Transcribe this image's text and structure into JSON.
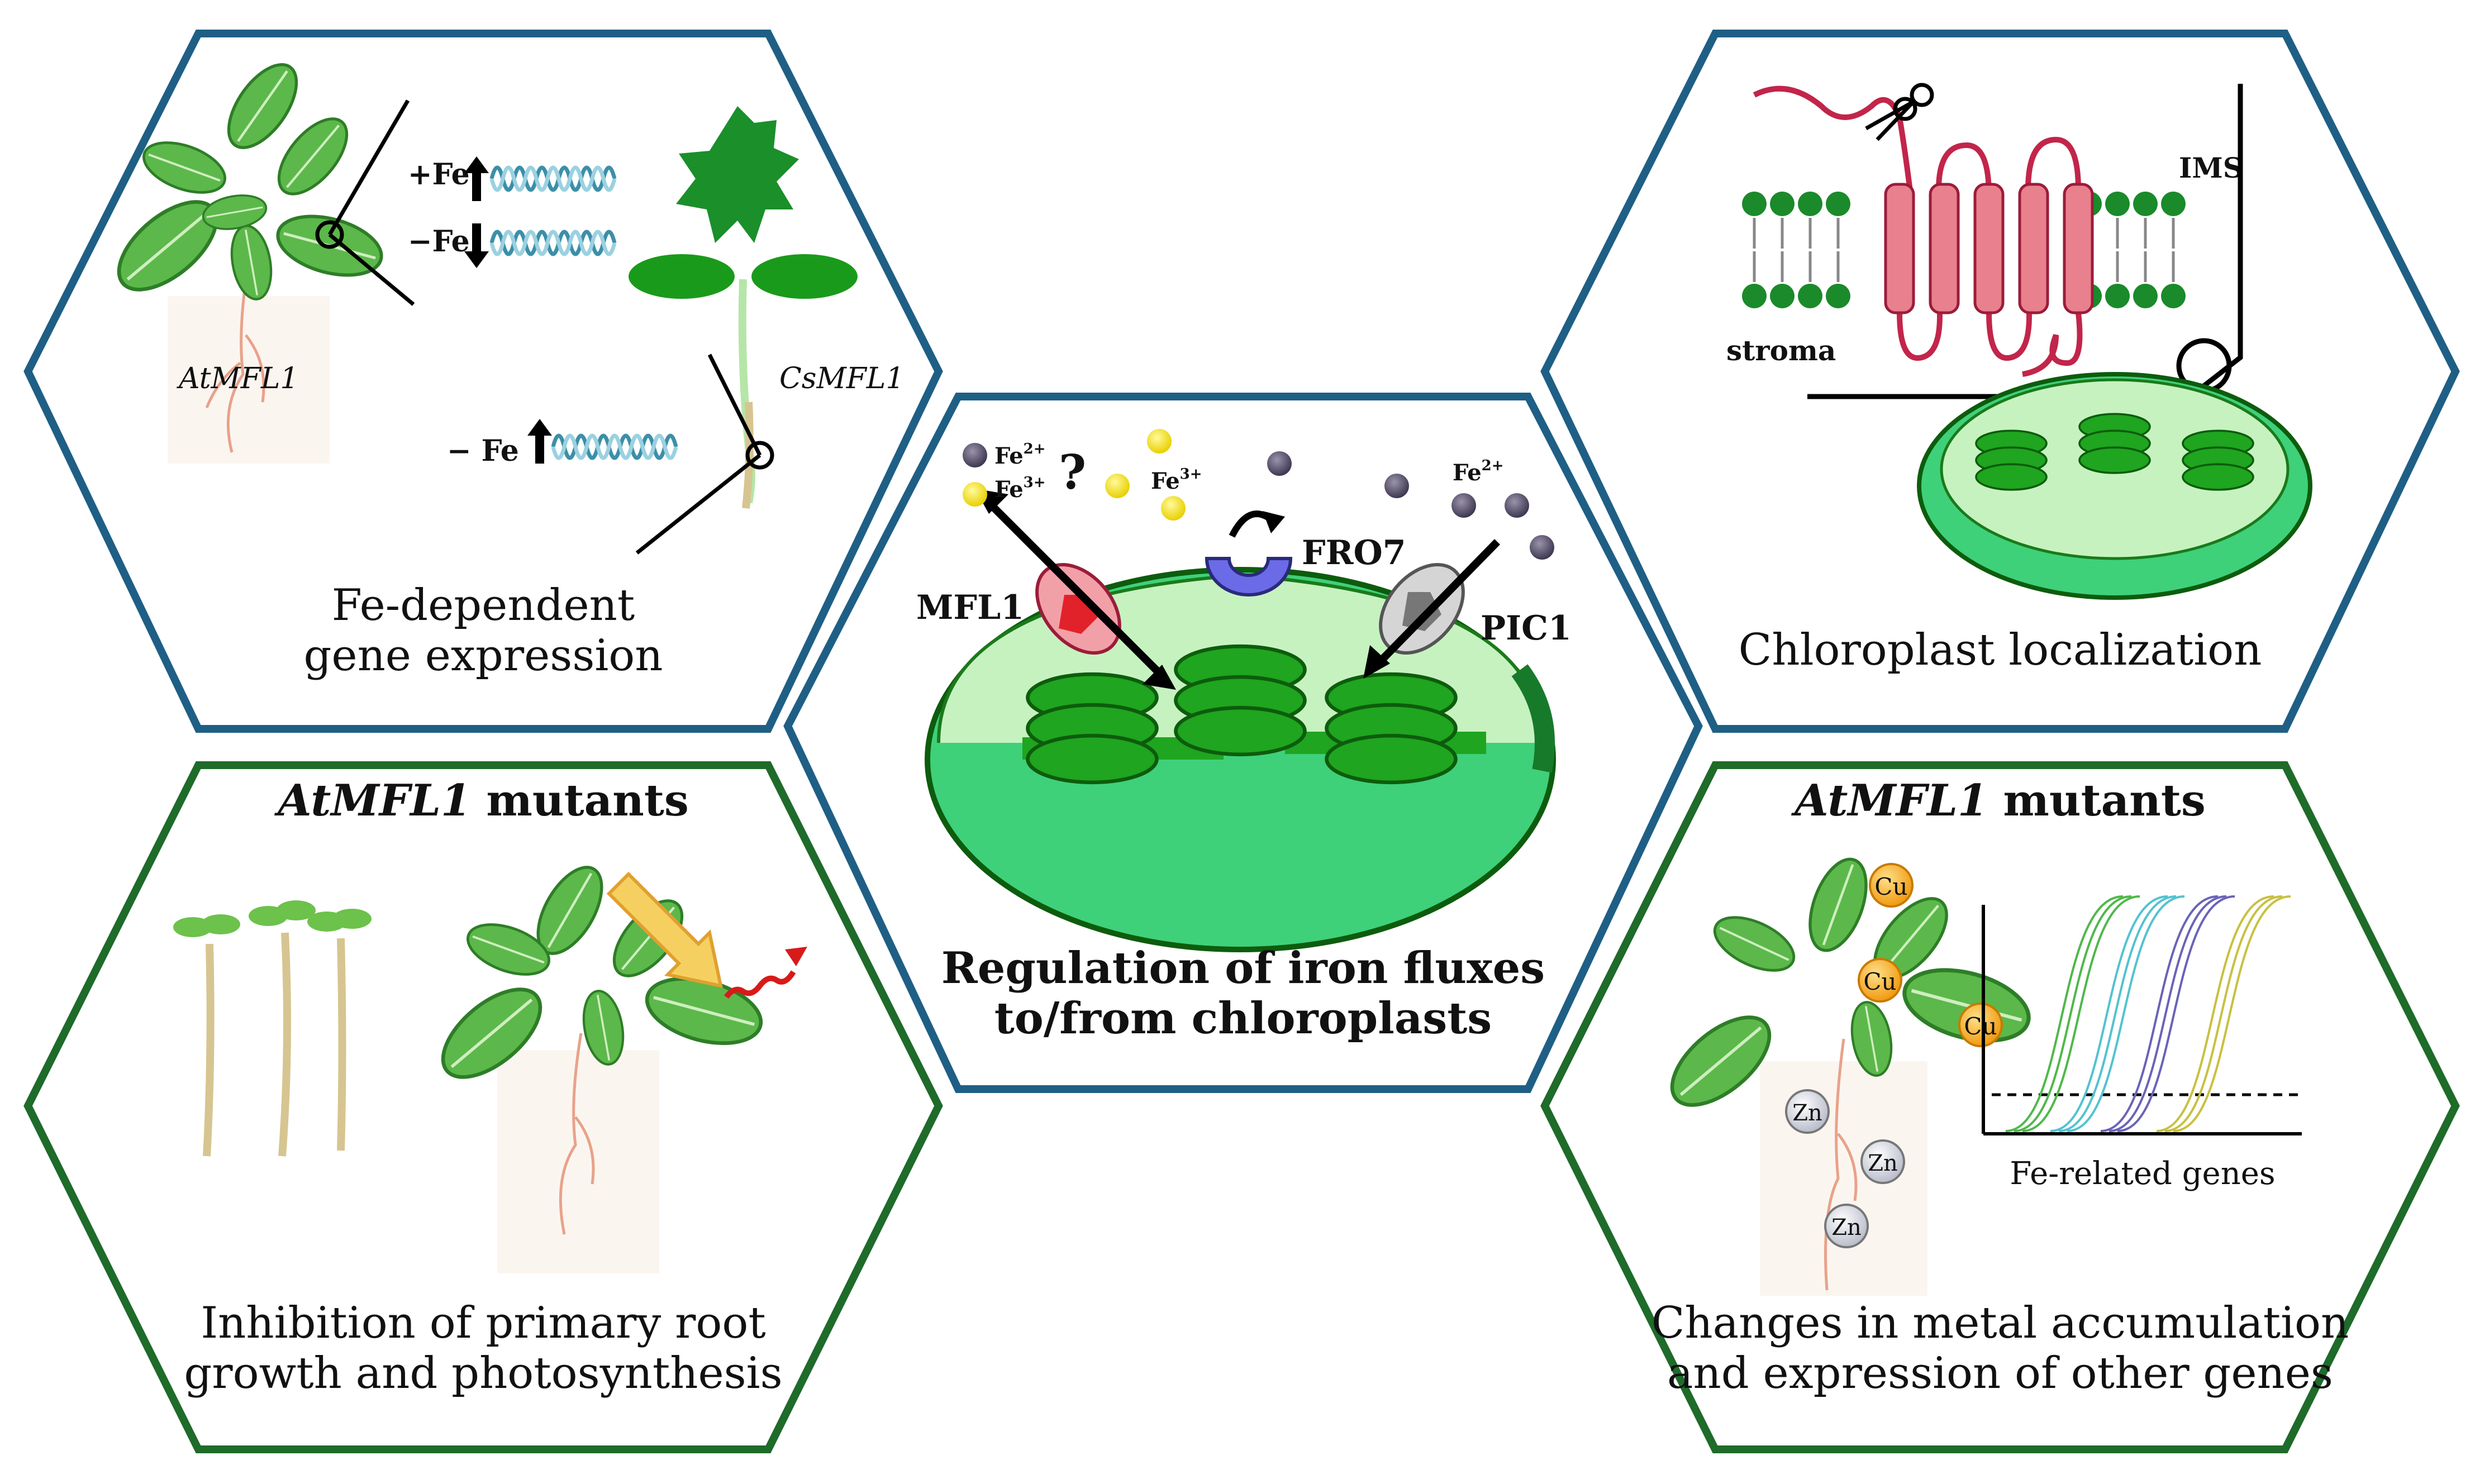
{
  "colors": {
    "blue_border": "#1f5f85",
    "green_border": "#1e6b2a",
    "leaf": "#5cb84a",
    "leaf_dark": "#2e7d27",
    "chloroplast": "#3fd07a",
    "grana": "#1fa51f",
    "protein": "#e26a78",
    "fro7": "#6b6be8",
    "pic1": "#a9a9a9",
    "fe3": "#f0df10",
    "fe2": "#5e5670",
    "root": "#e8a28a",
    "stem": "#d6c590"
  },
  "panel_gene_expression": {
    "caption_line1": "Fe-dependent",
    "caption_line2": "gene expression",
    "at_label": "AtMFL1",
    "cs_label": "CsMFL1",
    "plus_fe": "+Fe",
    "minus_fe": "−Fe",
    "minus_fe_cs": "− Fe"
  },
  "panel_center": {
    "caption_line1": "Regulation of iron fluxes",
    "caption_line2": "to/from chloroplasts",
    "mfl1": "MFL1",
    "fro7": "FRO7",
    "pic1": "PIC1",
    "question": "?",
    "fe2_left": "Fe",
    "fe2_left_sup": "2+",
    "fe3_left": "Fe",
    "fe3_left_sup": "3+",
    "fe3_mid": "Fe",
    "fe3_mid_sup": "3+",
    "fe2_right": "Fe",
    "fe2_right_sup": "2+"
  },
  "panel_localization": {
    "caption": "Chloroplast localization",
    "ims": "IMS",
    "stroma": "stroma"
  },
  "panel_mutants_left": {
    "title_italic": "AtMFL1",
    "title_rest": " mutants",
    "caption_line1": "Inhibition of primary root",
    "caption_line2": "growth and photosynthesis"
  },
  "panel_mutants_right": {
    "title_italic": "AtMFL1",
    "title_rest": " mutants",
    "cu": "Cu",
    "zn": "Zn",
    "graph_label": "Fe-related genes",
    "caption_line1": "Changes in metal accumulation",
    "caption_line2": "and expression of other genes"
  }
}
